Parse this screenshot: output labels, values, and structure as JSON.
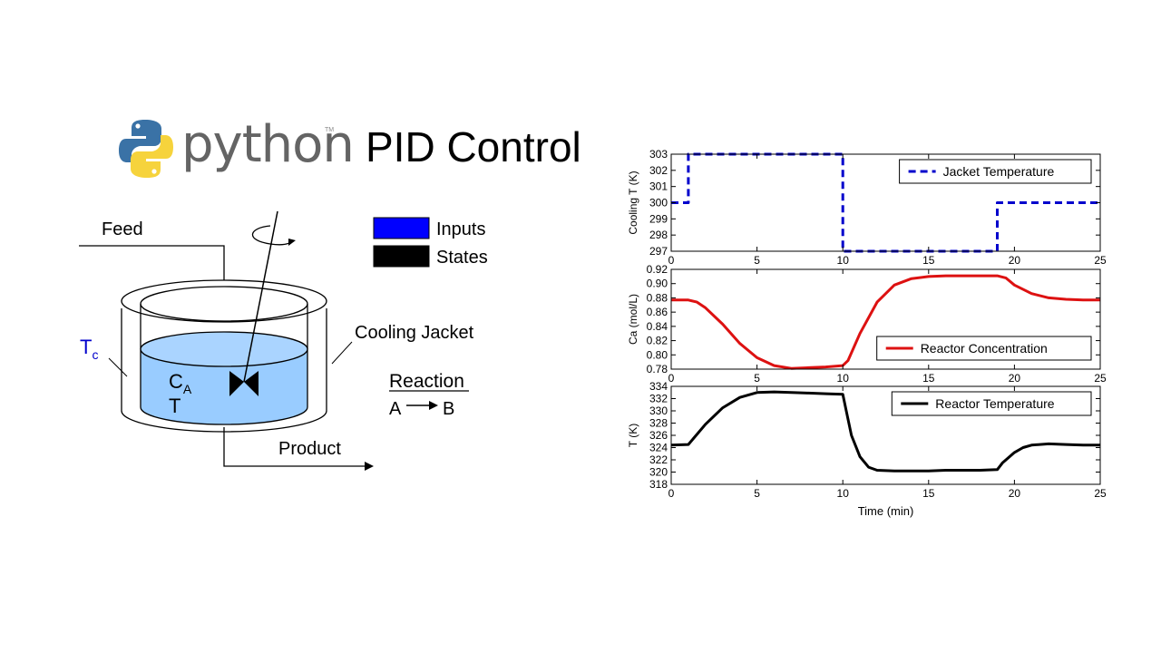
{
  "logo": {
    "word": "python",
    "tm": "TM"
  },
  "title": "PID Control",
  "diagram": {
    "feed": "Feed",
    "product": "Product",
    "jacket": "Cooling Jacket",
    "tc_main": "T",
    "tc_sub": "c",
    "ca_main": "C",
    "ca_sub": "A",
    "t_label": "T",
    "legend": [
      {
        "label": "Inputs",
        "color": "#0000ff"
      },
      {
        "label": "States",
        "color": "#000000"
      }
    ],
    "reaction_title": "Reaction",
    "reaction_a": "A",
    "reaction_b": "B",
    "colors": {
      "tank_fill": "#99ccff",
      "tank_top": "#aad4ff",
      "tc_text": "#0000cc"
    }
  },
  "chart_data": [
    {
      "type": "line",
      "ylabel": "Cooling T (K)",
      "xlim": [
        0,
        25
      ],
      "ylim": [
        297,
        303
      ],
      "yticks": [
        297,
        298,
        299,
        300,
        301,
        302,
        303
      ],
      "xticks": [
        0,
        5,
        10,
        15,
        20,
        25
      ],
      "legend_position": "top-right",
      "series": [
        {
          "name": "Jacket Temperature",
          "color": "#0000cc",
          "dashed": true,
          "x": [
            0,
            1,
            1,
            10,
            10,
            19,
            19,
            25
          ],
          "y": [
            300,
            300,
            303,
            303,
            297,
            297,
            300,
            300
          ]
        }
      ]
    },
    {
      "type": "line",
      "ylabel": "Ca (mol/L)",
      "xlim": [
        0,
        25
      ],
      "ylim": [
        0.78,
        0.92
      ],
      "yticks": [
        0.78,
        0.8,
        0.82,
        0.84,
        0.86,
        0.88,
        0.9,
        0.92
      ],
      "ytick_labels": [
        "0.78",
        "0.80",
        "0.82",
        "0.84",
        "0.86",
        "0.88",
        "0.90",
        "0.92"
      ],
      "xticks": [
        0,
        5,
        10,
        15,
        20,
        25
      ],
      "legend_position": "bottom-right",
      "series": [
        {
          "name": "Reactor Concentration",
          "color": "#dd1111",
          "dashed": false,
          "x": [
            0,
            1,
            1.5,
            2,
            3,
            4,
            5,
            6,
            7,
            8,
            9,
            10,
            10.3,
            11,
            12,
            13,
            14,
            15,
            16,
            17,
            18,
            19,
            19.5,
            20,
            21,
            22,
            23,
            24,
            25
          ],
          "y": [
            0.877,
            0.877,
            0.874,
            0.866,
            0.843,
            0.816,
            0.796,
            0.785,
            0.781,
            0.782,
            0.783,
            0.785,
            0.792,
            0.83,
            0.874,
            0.898,
            0.907,
            0.91,
            0.911,
            0.911,
            0.911,
            0.911,
            0.908,
            0.898,
            0.886,
            0.88,
            0.878,
            0.877,
            0.877
          ]
        }
      ]
    },
    {
      "type": "line",
      "ylabel": "T (K)",
      "xlabel": "Time (min)",
      "xlim": [
        0,
        25
      ],
      "ylim": [
        318,
        334
      ],
      "yticks": [
        318,
        320,
        322,
        324,
        326,
        328,
        330,
        332,
        334
      ],
      "xticks": [
        0,
        5,
        10,
        15,
        20,
        25
      ],
      "legend_position": "top-right",
      "series": [
        {
          "name": "Reactor Temperature",
          "color": "#000000",
          "dashed": false,
          "x": [
            0,
            1,
            1.3,
            2,
            3,
            4,
            5,
            6,
            7,
            8,
            9,
            10,
            10.2,
            10.5,
            11,
            11.5,
            12,
            13,
            14,
            15,
            16,
            17,
            18,
            19,
            19.3,
            20,
            20.5,
            21,
            22,
            23,
            24,
            25
          ],
          "y": [
            324.4,
            324.5,
            325.5,
            327.8,
            330.5,
            332.2,
            333.0,
            333.1,
            333.0,
            332.9,
            332.8,
            332.7,
            330.0,
            326.0,
            322.5,
            320.8,
            320.3,
            320.2,
            320.2,
            320.2,
            320.3,
            320.3,
            320.3,
            320.4,
            321.5,
            323.2,
            324.0,
            324.4,
            324.6,
            324.5,
            324.4,
            324.4
          ]
        }
      ]
    }
  ]
}
